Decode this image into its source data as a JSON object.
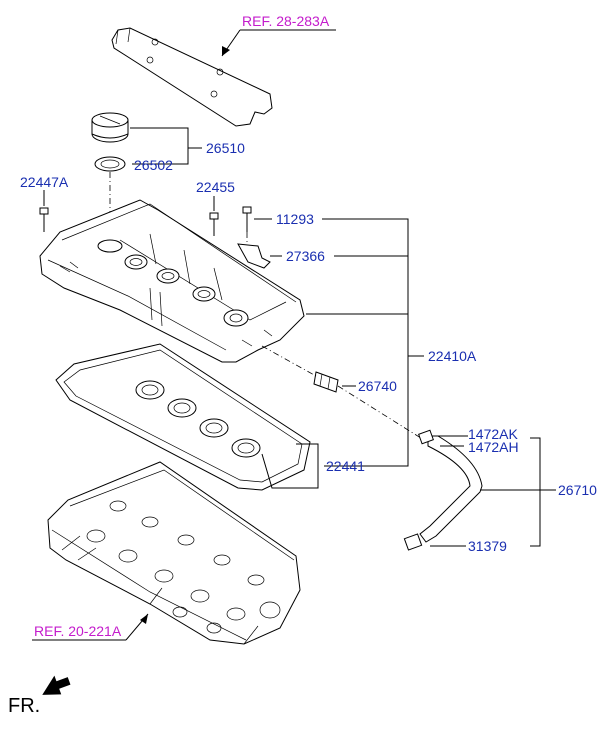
{
  "references": {
    "upper": "REF. 28-283A",
    "lower": "REF. 20-221A"
  },
  "parts": {
    "p26510": "26510",
    "p26502": "26502",
    "p22447A": "22447A",
    "p22455": "22455",
    "p11293": "11293",
    "p27366": "27366",
    "p22410A": "22410A",
    "p26740": "26740",
    "p1472AK": "1472AK",
    "p1472AH": "1472AH",
    "p22441": "22441",
    "p26710": "26710",
    "p31379": "31379"
  },
  "front_marker": {
    "label": "FR."
  },
  "colors": {
    "part_number": "#1a2fb0",
    "reference": "#c41ccc"
  }
}
